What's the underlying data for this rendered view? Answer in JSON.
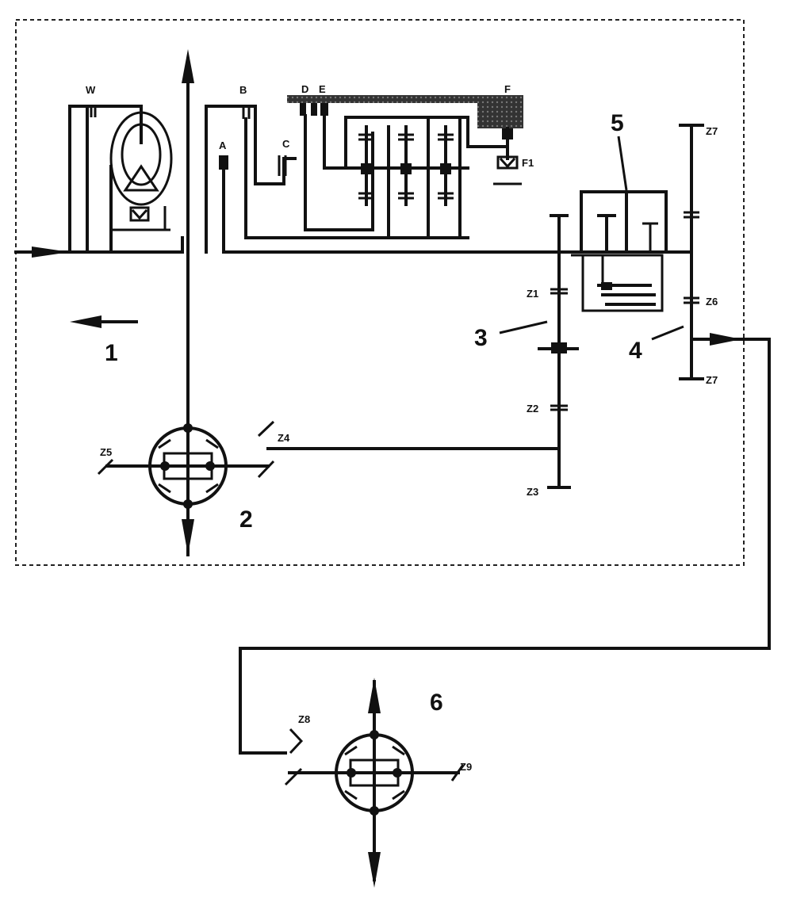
{
  "labels": {
    "W": "W",
    "A": "A",
    "B": "B",
    "C": "C",
    "D": "D",
    "E": "E",
    "F": "F",
    "F1": "F1",
    "Z1": "Z1",
    "Z2": "Z2",
    "Z3": "Z3",
    "Z4": "Z4",
    "Z5": "Z5",
    "Z6": "Z6",
    "Z7_top": "Z7",
    "Z7_bottom": "Z7",
    "Z8": "Z8",
    "Z9": "Z9"
  },
  "callouts": {
    "n1": "1",
    "n2": "2",
    "n3": "3",
    "n4": "4",
    "n5": "5",
    "n6": "6"
  },
  "colors": {
    "line": "#111111",
    "background": "#ffffff"
  }
}
